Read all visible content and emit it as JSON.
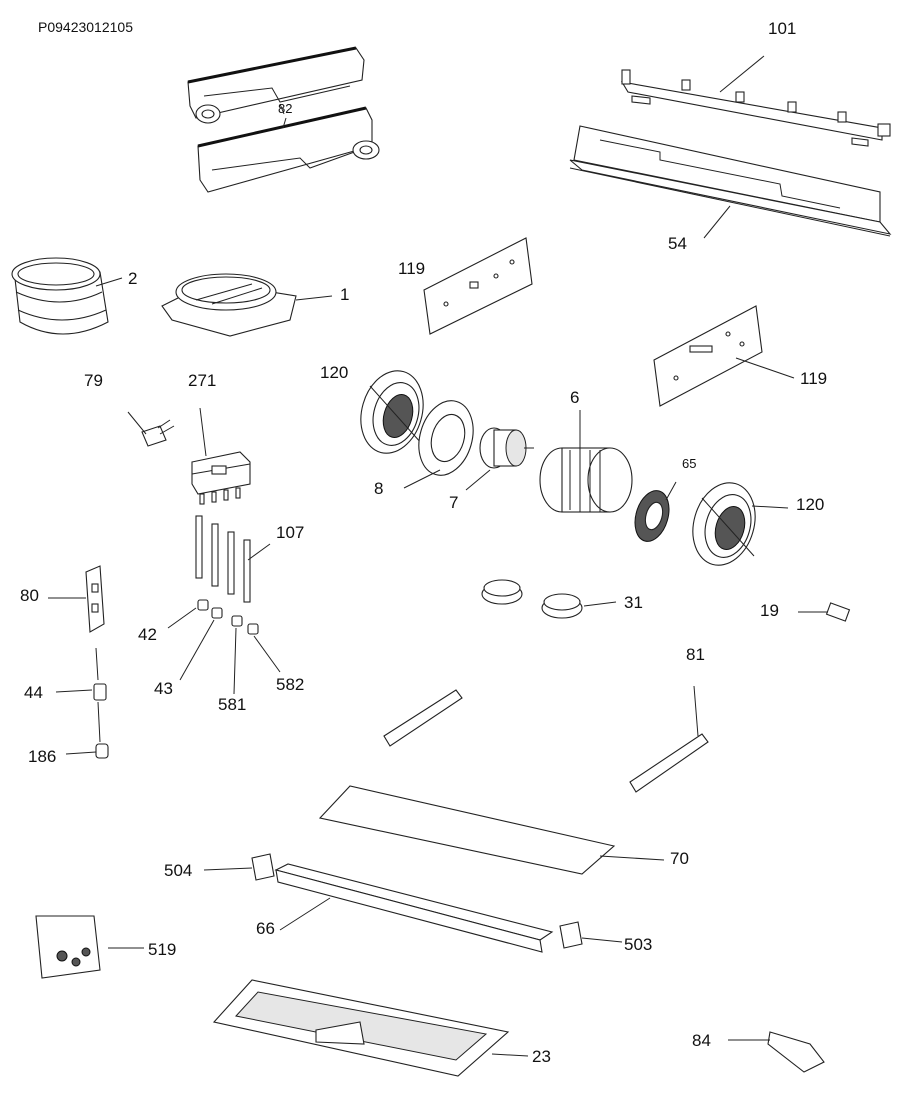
{
  "document_id": "P09423012105",
  "labels": {
    "l101": "101",
    "l82": "82",
    "l54": "54",
    "l2": "2",
    "l1": "1",
    "l119a": "119",
    "l119b": "119",
    "l79": "79",
    "l271": "271",
    "l120a": "120",
    "l6": "6",
    "l65": "65",
    "l8": "8",
    "l7": "7",
    "l120b": "120",
    "l107": "107",
    "l80": "80",
    "l42": "42",
    "l31": "31",
    "l19": "19",
    "l43": "43",
    "l581": "581",
    "l582": "582",
    "l44": "44",
    "l81": "81",
    "l186": "186",
    "l70": "70",
    "l504": "504",
    "l66": "66",
    "l503": "503",
    "l519": "519",
    "l84": "84",
    "l23": "23"
  }
}
